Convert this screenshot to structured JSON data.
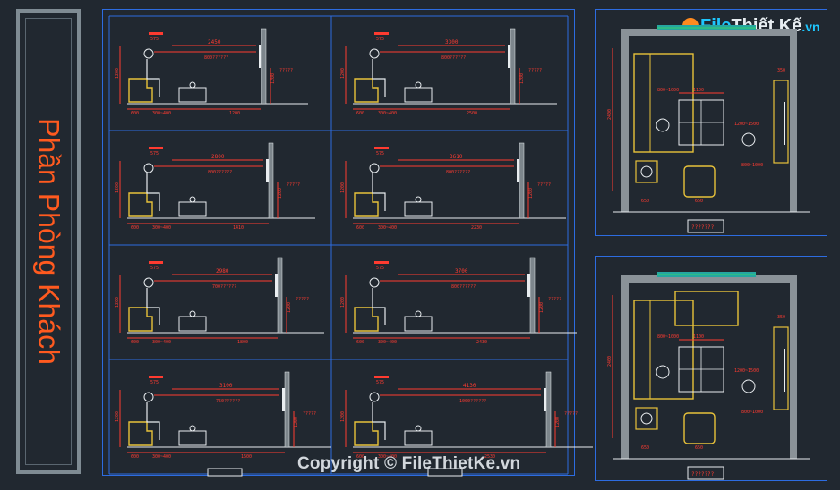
{
  "title": "Phần Phòng Khách",
  "logo": {
    "file": "File",
    "rest": "Thiết Kế",
    "suffix": ".vn"
  },
  "copyright": "Copyright © FileThietKe.vn",
  "panels": [
    {
      "id": "p1",
      "width": "2450",
      "label": "800??????",
      "left": "1200",
      "tv": "?????"
    },
    {
      "id": "p2",
      "width": "3300",
      "label": "800??????",
      "left": "2500",
      "tv": "?????"
    },
    {
      "id": "p3",
      "width": "2800",
      "label": "800??????",
      "left": "1410",
      "tv": "?????"
    },
    {
      "id": "p4",
      "width": "3610",
      "label": "800??????",
      "left": "2230",
      "tv": "?????"
    },
    {
      "id": "p5",
      "width": "2980",
      "label": "700??????",
      "left": "1800",
      "tv": "?????"
    },
    {
      "id": "p6",
      "width": "3700",
      "label": "800??????",
      "left": "2430",
      "tv": "?????"
    },
    {
      "id": "p7",
      "width": "3100",
      "label": "750??????",
      "left": "1600",
      "tv": "?????"
    },
    {
      "id": "p8",
      "width": "4130",
      "label": "1000??????",
      "left": "2530",
      "tv": "?????"
    }
  ],
  "dims": {
    "top_small": "575",
    "height": "1200",
    "seat": "600",
    "table": "300~400",
    "tv_h": "1200"
  },
  "plan_dims": {
    "rug": "1100",
    "span": "2400",
    "gap": "350",
    "side": "800~1000",
    "dist": "1200~1500",
    "chair": "650",
    "small": "650",
    "tag": "???????"
  }
}
